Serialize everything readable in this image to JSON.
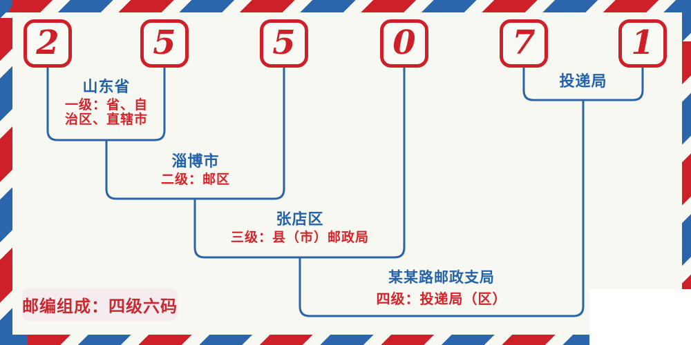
{
  "diagram": {
    "title": "postal-code-structure",
    "postal_code": "255071",
    "digits": [
      "2",
      "5",
      "5",
      "0",
      "7",
      "1"
    ]
  },
  "levels": {
    "level1": {
      "name": "山东省",
      "desc_line1": "一级：省、自",
      "desc_line2": "治区、直辖市"
    },
    "level2": {
      "name": "淄博市",
      "desc": "二级：邮区"
    },
    "level3": {
      "name": "张店区",
      "desc": "三级：县（市）邮政局"
    },
    "level4": {
      "name": "某某路邮政支局",
      "desc": "四级：投递局（区）"
    },
    "delivery": {
      "name": "投递局"
    }
  },
  "badge": {
    "text": "邮编组成：四级六码"
  },
  "colors": {
    "stripe_red": "#ce2029",
    "stripe_blue": "#2b66ac",
    "digit_red": "#ce2029",
    "name_blue": "#2362a9",
    "desc_red": "#d6232b",
    "connector_blue": "#2b64a6",
    "badge_bg": "#f6ebee",
    "badge_text": "#c62a31",
    "page_bg": "#f7f8f2",
    "patch_white": "#ffffff"
  }
}
